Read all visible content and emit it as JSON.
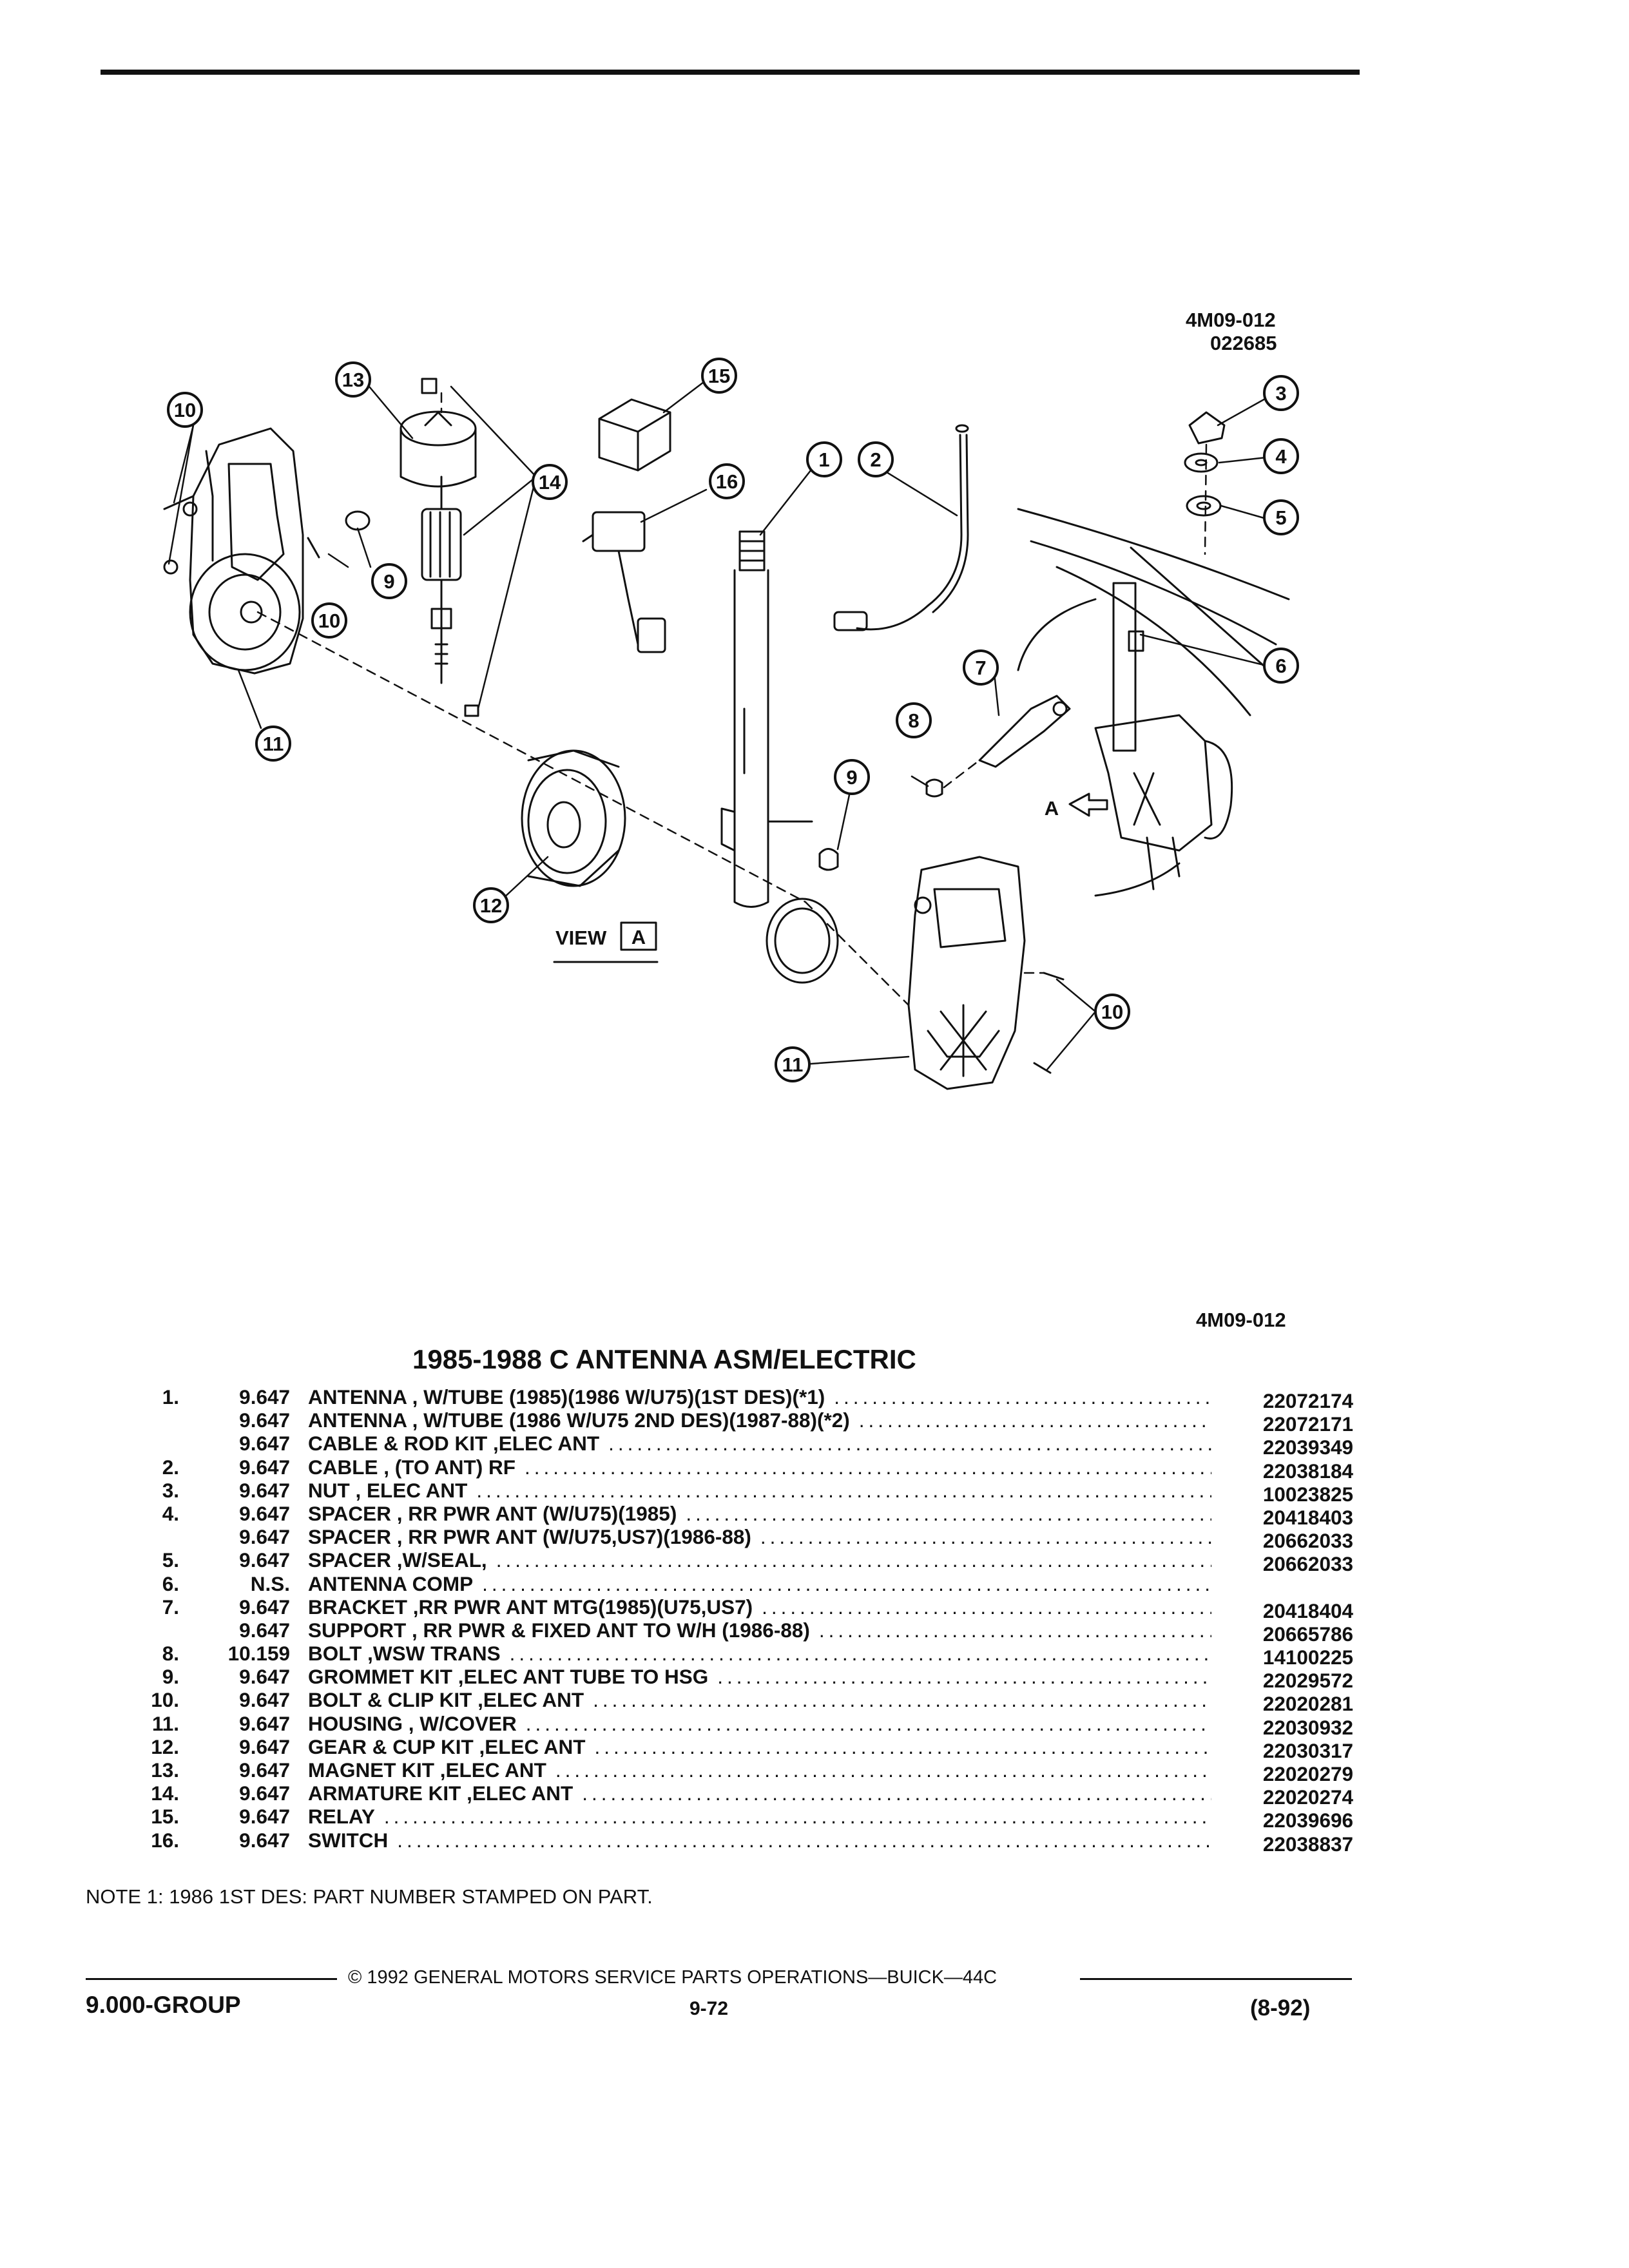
{
  "figure_codes": {
    "top": "4M09-012",
    "top_sub": "022685",
    "bottom": "4M09-012"
  },
  "view_label": "VIEW",
  "view_letter": "A",
  "arrow_label": "A",
  "callouts": [
    "1",
    "2",
    "3",
    "4",
    "5",
    "6",
    "7",
    "8",
    "9",
    "9",
    "10",
    "10",
    "10",
    "11",
    "11",
    "12",
    "13",
    "14",
    "15",
    "16"
  ],
  "title": "1985-1988 C ANTENNA ASM/ELECTRIC",
  "parts": [
    {
      "item": "1.",
      "group": "9.647",
      "description": "ANTENNA , W/TUBE (1985)(1986 W/U75)(1ST DES)(*1)",
      "part_number": "22072174"
    },
    {
      "item": "",
      "group": "9.647",
      "description": "ANTENNA , W/TUBE (1986 W/U75 2ND DES)(1987-88)(*2)",
      "part_number": "22072171"
    },
    {
      "item": "",
      "group": "9.647",
      "description": "CABLE & ROD KIT ,ELEC ANT",
      "part_number": "22039349"
    },
    {
      "item": "2.",
      "group": "9.647",
      "description": "CABLE , (TO ANT) RF",
      "part_number": "22038184"
    },
    {
      "item": "3.",
      "group": "9.647",
      "description": "NUT , ELEC ANT",
      "part_number": "10023825"
    },
    {
      "item": "4.",
      "group": "9.647",
      "description": "SPACER , RR PWR ANT (W/U75)(1985)",
      "part_number": "20418403"
    },
    {
      "item": "",
      "group": "9.647",
      "description": "SPACER , RR PWR ANT (W/U75,US7)(1986-88)",
      "part_number": "20662033"
    },
    {
      "item": "5.",
      "group": "9.647",
      "description": "SPACER ,W/SEAL,",
      "part_number": "20662033"
    },
    {
      "item": "6.",
      "group": "N.S.",
      "description": "ANTENNA COMP",
      "part_number": ""
    },
    {
      "item": "7.",
      "group": "9.647",
      "description": "BRACKET ,RR PWR ANT MTG(1985)(U75,US7)",
      "part_number": "20418404"
    },
    {
      "item": "",
      "group": "9.647",
      "description": "SUPPORT , RR PWR & FIXED ANT TO W/H (1986-88)",
      "part_number": "20665786"
    },
    {
      "item": "8.",
      "group": "10.159",
      "description": "BOLT ,WSW TRANS",
      "part_number": "14100225"
    },
    {
      "item": "9.",
      "group": "9.647",
      "description": "GROMMET KIT ,ELEC ANT TUBE TO HSG",
      "part_number": "22029572"
    },
    {
      "item": "10.",
      "group": "9.647",
      "description": "BOLT & CLIP KIT ,ELEC ANT",
      "part_number": "22020281"
    },
    {
      "item": "11.",
      "group": "9.647",
      "description": "HOUSING , W/COVER",
      "part_number": "22030932"
    },
    {
      "item": "12.",
      "group": "9.647",
      "description": "GEAR & CUP KIT ,ELEC ANT",
      "part_number": "22030317"
    },
    {
      "item": "13.",
      "group": "9.647",
      "description": "MAGNET KIT ,ELEC ANT",
      "part_number": "22020279"
    },
    {
      "item": "14.",
      "group": "9.647",
      "description": "ARMATURE KIT ,ELEC ANT",
      "part_number": "22020274"
    },
    {
      "item": "15.",
      "group": "9.647",
      "description": "RELAY",
      "part_number": "22039696"
    },
    {
      "item": "16.",
      "group": "9.647",
      "description": "SWITCH",
      "part_number": "22038837"
    }
  ],
  "note": "NOTE  1:  1986 1ST DES: PART NUMBER STAMPED ON PART.",
  "footer": {
    "copyright": "© 1992 GENERAL MOTORS SERVICE PARTS OPERATIONS—BUICK—44C",
    "group": "9.000-GROUP",
    "page": "9-72",
    "date": "(8-92)"
  }
}
